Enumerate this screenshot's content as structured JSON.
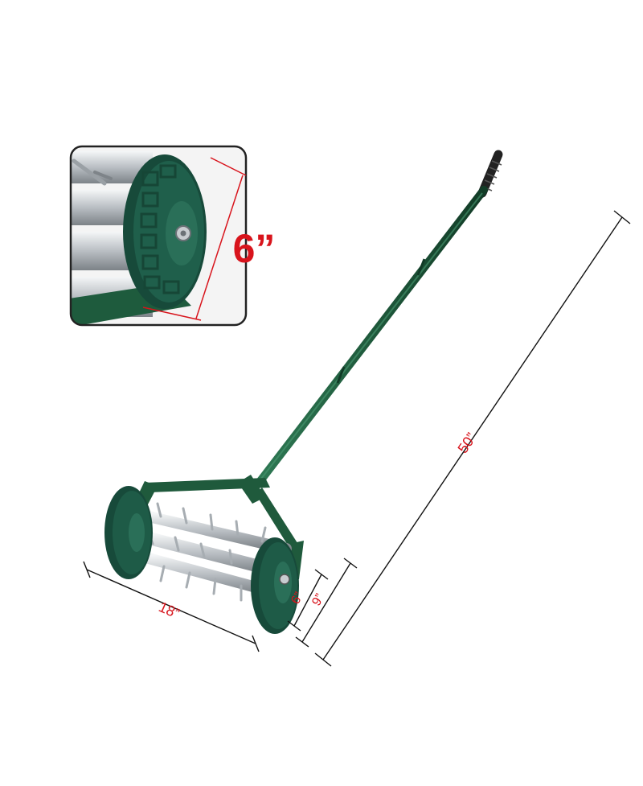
{
  "product": {
    "shaft_color": "#1f5a3c",
    "wheel_color": "#1e5b47",
    "drum_color": "#c9cdd1",
    "grip_color": "#222222",
    "icons": [
      "wheel-icon",
      "spike-icon",
      "handle-grip-icon"
    ]
  },
  "dimensions": {
    "inset_wheel_diameter": "6”",
    "handle_length": "50”",
    "roller_width": "18”",
    "wheel_diameter": "6”",
    "overall_height": "9”",
    "label_color": "#d8141c",
    "line_color": "#111111"
  }
}
